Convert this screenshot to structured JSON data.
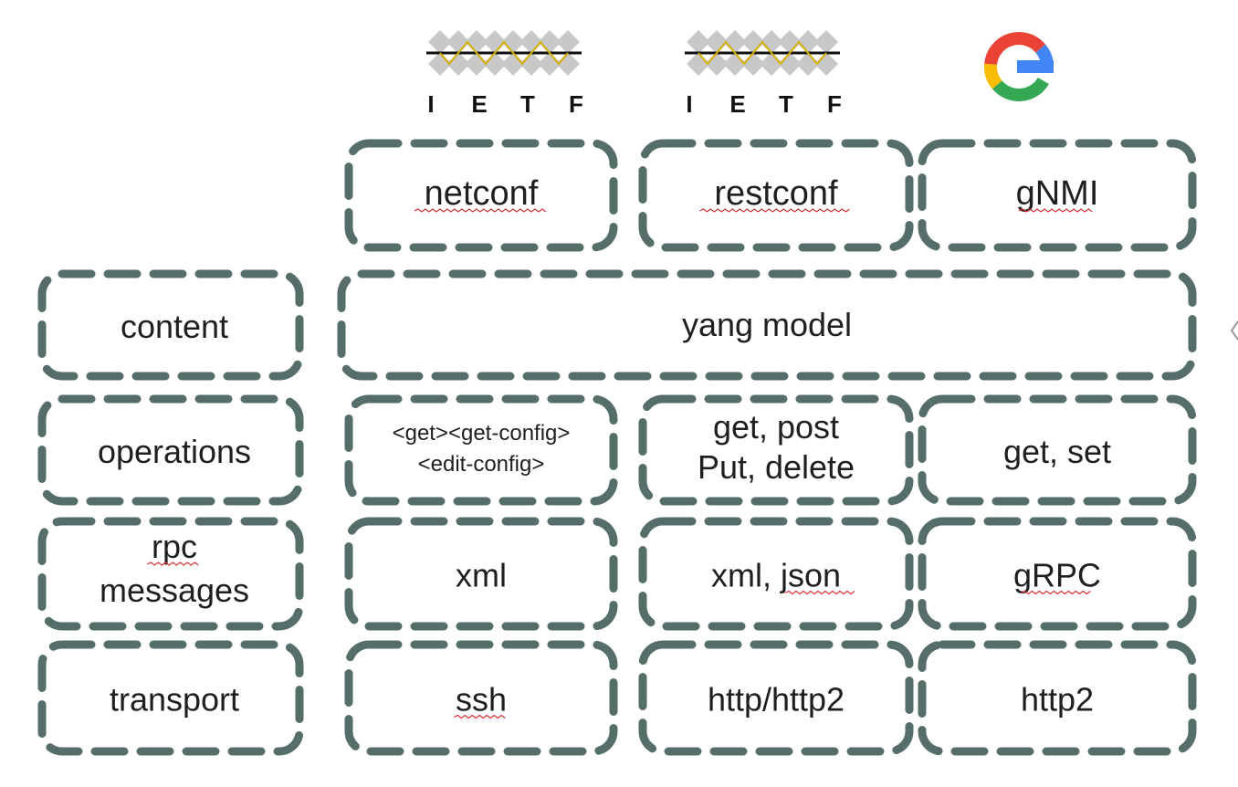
{
  "colors": {
    "border": "#566e69",
    "text": "#1f1f1f",
    "spellcheck": "#e0303a",
    "ietf_diamond": "#c8c8c8",
    "ietf_wire": "#d4b000",
    "google_blue": "#4285F4",
    "google_red": "#EA4335",
    "google_yellow": "#FBBC05",
    "google_green": "#34A853"
  },
  "logos": [
    {
      "name": "ietf-logo-netconf",
      "text": "IETF"
    },
    {
      "name": "ietf-logo-restconf",
      "text": "IETF"
    },
    {
      "name": "google-logo",
      "icon": "google-g-icon"
    }
  ],
  "protocols": [
    {
      "key": "netconf",
      "label": "netconf",
      "spellcheck": true
    },
    {
      "key": "restconf",
      "label": "restconf",
      "spellcheck": true
    },
    {
      "key": "gnmi",
      "label": "gNMI",
      "spellcheck": true
    }
  ],
  "layers": [
    {
      "key": "content",
      "label": [
        "content"
      ]
    },
    {
      "key": "operations",
      "label": [
        "operations"
      ]
    },
    {
      "key": "rpc-messages",
      "label": [
        "rpc",
        "messages"
      ],
      "spellcheck_line": 0
    },
    {
      "key": "transport",
      "label": [
        "transport"
      ]
    }
  ],
  "content_row": {
    "label": "yang model"
  },
  "cells": {
    "operations": [
      {
        "key": "netconf-ops",
        "lines": [
          "<get><get-config>",
          "<edit-config>"
        ]
      },
      {
        "key": "restconf-ops",
        "lines": [
          "get, post",
          "Put, delete"
        ]
      },
      {
        "key": "gnmi-ops",
        "lines": [
          "get, set"
        ]
      }
    ],
    "rpc-messages": [
      {
        "key": "netconf-encoding",
        "lines": [
          "xml"
        ]
      },
      {
        "key": "restconf-encoding",
        "lines": [
          "xml, json"
        ],
        "spellcheck_word": "json"
      },
      {
        "key": "gnmi-encoding",
        "lines": [
          "gRPC"
        ],
        "spellcheck": true
      }
    ],
    "transport": [
      {
        "key": "netconf-transport",
        "lines": [
          "ssh"
        ],
        "spellcheck": true
      },
      {
        "key": "restconf-transport",
        "lines": [
          "http/http2"
        ]
      },
      {
        "key": "gnmi-transport",
        "lines": [
          "http2"
        ]
      }
    ]
  }
}
